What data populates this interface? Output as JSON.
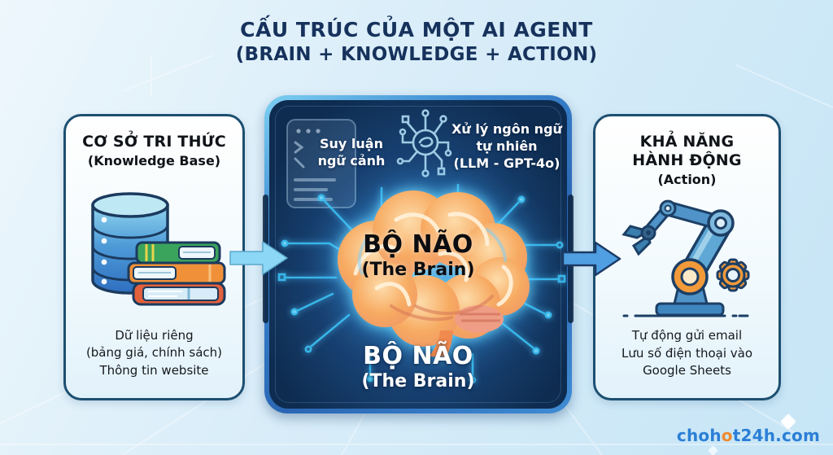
{
  "title": {
    "line1": "CẤU TRÚC CỦA MỘT AI AGENT",
    "line2": "(BRAIN + KNOWLEDGE + ACTION)"
  },
  "knowledge_box": {
    "heading": "CƠ SỞ TRI THỨC",
    "subheading": "(Knowledge Base)",
    "icon": "database-books-icon",
    "line1": "Dữ liệu riêng",
    "line2": "(bảng giá, chính sách)",
    "line3": "Thông tin website"
  },
  "brain_box": {
    "reasoning_line1": "Suy luận",
    "reasoning_line2": "ngữ cảnh",
    "reasoning_icon": "document-code-icon",
    "nlp_line1": "Xử lý ngôn ngữ",
    "nlp_line2": "tự nhiên",
    "nlp_line3": "(LLM - GPT-4o)",
    "nlp_icon": "circuit-node-icon",
    "center_icon": "brain-illustration",
    "brain_label": "BỘ NÃO",
    "brain_sublabel": "(The Brain)",
    "bottom_label": "BỘ NÃO",
    "bottom_sublabel": "(The Brain)"
  },
  "action_box": {
    "heading_line1": "KHẢ NĂNG",
    "heading_line2": "HÀNH ĐỘNG",
    "subheading": "(Action)",
    "icon": "robot-arm-gear-icon",
    "line1": "Tự động gửi email",
    "line2": "Lưu số điện thoại vào",
    "line3": "Google Sheets"
  },
  "arrows": {
    "left": "flow-arrow-knowledge-to-brain",
    "right": "flow-arrow-brain-to-action"
  },
  "watermark": {
    "prefix": "choh",
    "accent": "o",
    "suffix": "t24h.com"
  },
  "colors": {
    "title_navy": "#16325c",
    "panel_border": "#1d4f70",
    "frame_border_blue": "#2e7fd0",
    "frame_bg_navy": "#0e2c50",
    "arrow_light_cyan": "#8bd7f5",
    "arrow_blue": "#4f9fe2",
    "brain_orange": "#f5a158",
    "glow_cyan": "#3fc6ff",
    "watermark_blue": "#2b7fd6",
    "watermark_orange": "#f08a30"
  }
}
